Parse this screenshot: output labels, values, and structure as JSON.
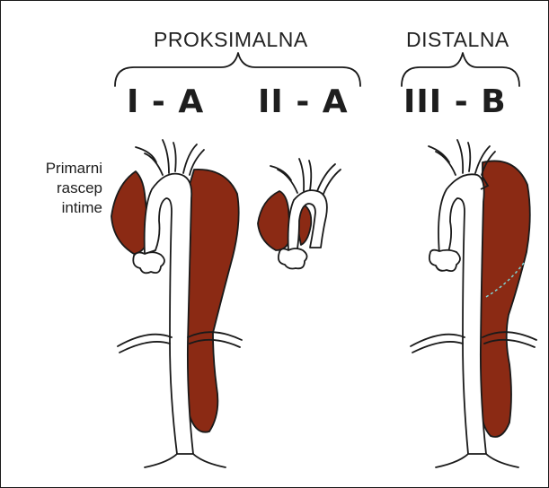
{
  "header": {
    "proximal": "PROKSIMALNA",
    "distal": "DISTALNA"
  },
  "types": [
    {
      "label": "I - A"
    },
    {
      "label": "II - A"
    },
    {
      "label": "III - B"
    }
  ],
  "annotation": {
    "line1": "Primarni",
    "line2": "rascep",
    "line3": "intime"
  },
  "colors": {
    "dissection": "#8b2a14",
    "outline": "#1a1a1a",
    "tear_line": "#7fd4d4"
  }
}
